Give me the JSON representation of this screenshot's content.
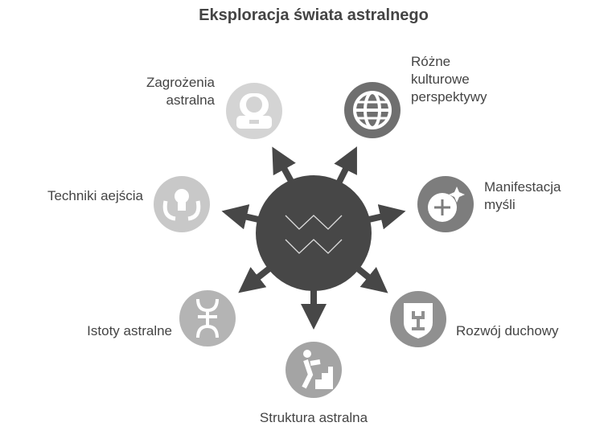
{
  "title": "Eksploracja świata astralnego",
  "center_icon": "aquarius-waves-icon",
  "nodes": [
    {
      "label": "Zagrożenia\nastralna",
      "icon": "astronaut-icon",
      "color": "#d4d4d4"
    },
    {
      "label": "Różne\nkulturowe\nperspektywy",
      "icon": "globe-icon",
      "color": "#6f6f6f"
    },
    {
      "label": "Techniki aejścia",
      "icon": "head-hands-icon",
      "color": "#c8c8c8"
    },
    {
      "label": "Manifestacja\nmyśli",
      "icon": "sparkle-plus-icon",
      "color": "#7d7d7d"
    },
    {
      "label": "Istoty astralne",
      "icon": "symbol-icon",
      "color": "#b4b4b4"
    },
    {
      "label": "Rozwój duchowy",
      "icon": "shield-plant-icon",
      "color": "#909090"
    },
    {
      "label": "Struktura astralna",
      "icon": "person-stairs-icon",
      "color": "#a4a4a4"
    }
  ]
}
